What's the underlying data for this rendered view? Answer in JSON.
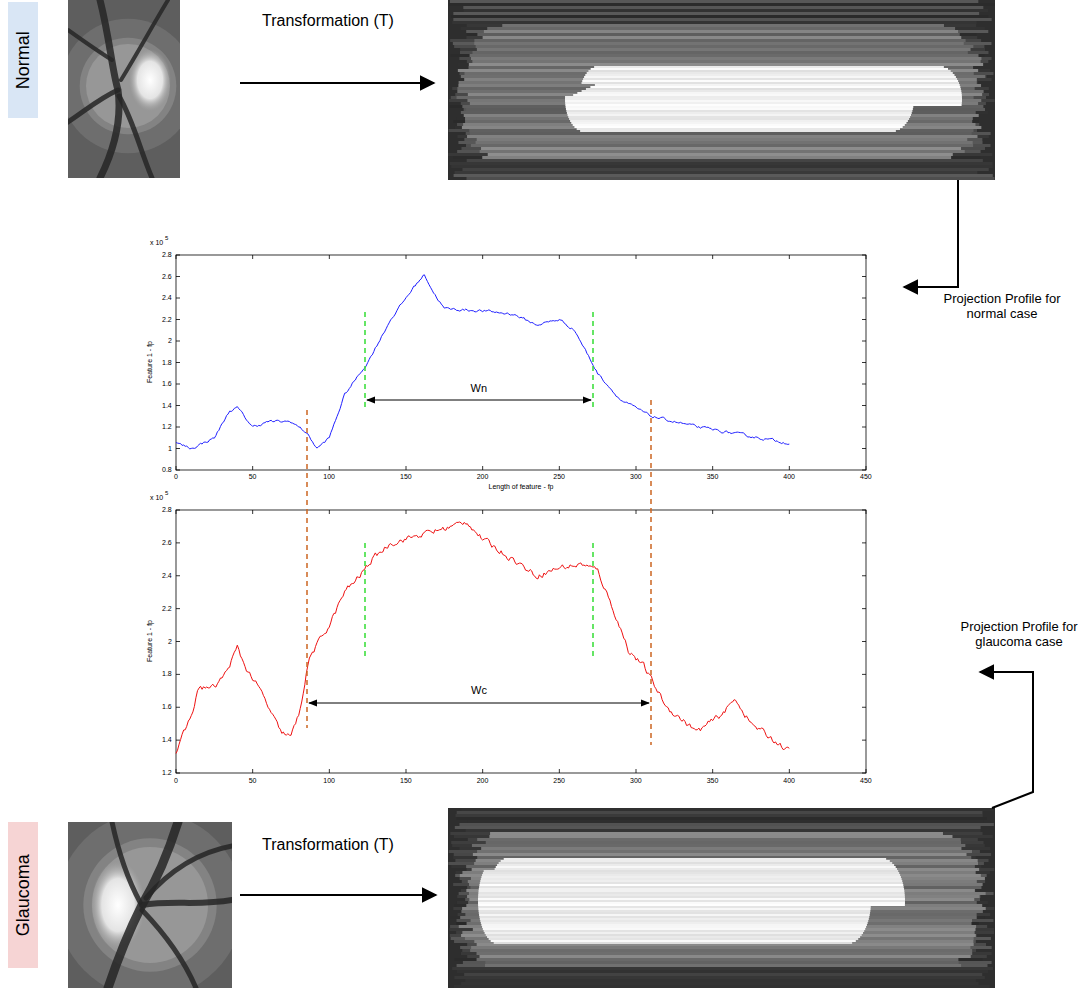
{
  "diagram": {
    "nodes": [
      {
        "text": [
          "Normal"
        ]
      },
      {
        "text": [
          "Glaucoma"
        ]
      }
    ],
    "labels": [
      "Transformation (T)",
      "Projection Profile for normal case",
      "x 10",
      "5",
      "0.8",
      "1",
      "1.2",
      "1.4",
      "1.6",
      "1.8",
      "2",
      "2.2",
      "2.4",
      "2.6",
      "2.8",
      "0",
      "50",
      "100",
      "150",
      "200",
      "250",
      "300",
      "350",
      "400",
      "450",
      "Length of feature - fp",
      "Feature 1 - fp",
      "Wn",
      "x 10",
      "5",
      "1.2",
      "1.4",
      "1.6",
      "1.8",
      "2",
      "2.2",
      "2.4",
      "2.6",
      "2.8",
      "0",
      "50",
      "100",
      "150",
      "200",
      "250",
      "300",
      "350",
      "400",
      "450",
      "Feature 1 - fp",
      "Wc",
      "Transformation (T)",
      "Projection Profile for glaucoma case"
    ]
  }
}
